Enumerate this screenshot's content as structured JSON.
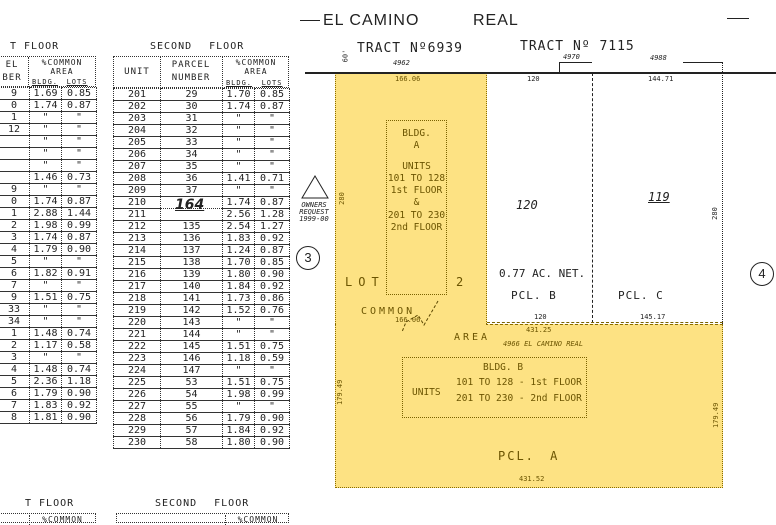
{
  "road": {
    "name_left": "EL CAMINO",
    "name_right": "REAL"
  },
  "tracts": {
    "left": "TRACT Nº6939",
    "right": "TRACT Nº 7115",
    "width_label": "60'"
  },
  "addresses": {
    "a": "4962",
    "b": "4970",
    "c": "4988",
    "bldg_b": "4966 EL CAMINO REAL"
  },
  "dimensions": {
    "top_lot": "166.06",
    "top_b": "120",
    "top_c": "144.71",
    "lot_left": "280",
    "right_side": "280",
    "common_top": "166.06",
    "b_bottom": "120",
    "c_bottom": "145.17",
    "pcla_top": "431.25",
    "pcla_left": "179.49",
    "pcla_right": "179.49",
    "pcla_bottom": "431.52"
  },
  "map": {
    "bldg_a": [
      "BLDG.",
      "A",
      "UNITS",
      "101 TO 128",
      "1st FLOOR",
      "&",
      "201 TO 230",
      "2nd FLOOR"
    ],
    "lot_label": "LOT",
    "lot_number": "2",
    "common": "COMMON",
    "area": "AREA",
    "pcl_b_number": "120",
    "pcl_c_number": "119",
    "net_area": "0.77 AC. NET.",
    "pcl_b": "PCL. B",
    "pcl_c": "PCL. C",
    "pcl_a": "PCL. A",
    "bldg_b_title": "BLDG. B",
    "bldg_b_units": "UNITS",
    "bldg_b_line1": "101 TO 128 - 1st FLOOR",
    "bldg_b_line2": "201 TO 230 - 2nd FLOOR",
    "owners_request": [
      "OWNERS",
      "REQUEST",
      "1999-00"
    ],
    "map_ref_left": "3",
    "map_ref_right": "4",
    "highlight_color": "#fde283"
  },
  "first_floor": {
    "title": "T FLOOR",
    "headers": {
      "parcel": [
        "EL",
        "BER"
      ],
      "common": "%COMMON",
      "area": "AREA",
      "bldg": "BLDG.",
      "lots": "LOTS"
    },
    "rows": [
      [
        "9",
        "1.69",
        "0.85"
      ],
      [
        "0",
        "1.74",
        "0.87"
      ],
      [
        "1",
        "\"",
        "\""
      ],
      [
        "12",
        "\"",
        "\""
      ],
      [
        "",
        "\"",
        "\""
      ],
      [
        "",
        "\"",
        "\""
      ],
      [
        "",
        "\"",
        "\""
      ],
      [
        "",
        "1.46",
        "0.73"
      ],
      [
        "9",
        "\"",
        "\""
      ],
      [
        "0",
        "1.74",
        "0.87"
      ],
      [
        "1",
        "2.88",
        "1.44"
      ],
      [
        "2",
        "1.98",
        "0.99"
      ],
      [
        "3",
        "1.74",
        "0.87"
      ],
      [
        "4",
        "1.79",
        "0.90"
      ],
      [
        "5",
        "\"",
        "\""
      ],
      [
        "6",
        "1.82",
        "0.91"
      ],
      [
        "7",
        "\"",
        "\""
      ],
      [
        "9",
        "1.51",
        "0.75"
      ],
      [
        "33",
        "\"",
        "\""
      ],
      [
        "34",
        "\"",
        "\""
      ],
      [
        "1",
        "1.48",
        "0.74"
      ],
      [
        "2",
        "1.17",
        "0.58"
      ],
      [
        "3",
        "\"",
        "\""
      ],
      [
        "4",
        "1.48",
        "0.74"
      ],
      [
        "5",
        "2.36",
        "1.18"
      ],
      [
        "6",
        "1.79",
        "0.90"
      ],
      [
        "7",
        "1.83",
        "0.92"
      ],
      [
        "8",
        "1.81",
        "0.90"
      ]
    ]
  },
  "second_floor": {
    "title": "SECOND FLOOR",
    "headers": {
      "unit": "UNIT",
      "parcel": "PARCEL",
      "number": "NUMBER",
      "common": "%COMMON",
      "area": "AREA",
      "bldg": "BLDG.",
      "lots": "LOTS"
    },
    "merged_parcel": "164",
    "rows": [
      [
        "201",
        "29",
        "1.70",
        "0.85"
      ],
      [
        "202",
        "30",
        "1.74",
        "0.87"
      ],
      [
        "203",
        "31",
        "\"",
        "\""
      ],
      [
        "204",
        "32",
        "\"",
        "\""
      ],
      [
        "205",
        "33",
        "\"",
        "\""
      ],
      [
        "206",
        "34",
        "\"",
        "\""
      ],
      [
        "207",
        "35",
        "\"",
        "\""
      ],
      [
        "208",
        "36",
        "1.41",
        "0.71"
      ],
      [
        "209",
        "37",
        "\"",
        "\""
      ],
      [
        "210",
        "",
        "1.74",
        "0.87"
      ],
      [
        "211",
        "",
        "2.56",
        "1.28"
      ],
      [
        "212",
        "135",
        "2.54",
        "1.27"
      ],
      [
        "213",
        "136",
        "1.83",
        "0.92"
      ],
      [
        "214",
        "137",
        "1.24",
        "0.87"
      ],
      [
        "215",
        "138",
        "1.70",
        "0.85"
      ],
      [
        "216",
        "139",
        "1.80",
        "0.90"
      ],
      [
        "217",
        "140",
        "1.84",
        "0.92"
      ],
      [
        "218",
        "141",
        "1.73",
        "0.86"
      ],
      [
        "219",
        "142",
        "1.52",
        "0.76"
      ],
      [
        "220",
        "143",
        "\"",
        "\""
      ],
      [
        "221",
        "144",
        "\"",
        "\""
      ],
      [
        "222",
        "145",
        "1.51",
        "0.75"
      ],
      [
        "223",
        "146",
        "1.18",
        "0.59"
      ],
      [
        "224",
        "147",
        "\"",
        "\""
      ],
      [
        "225",
        "53",
        "1.51",
        "0.75"
      ],
      [
        "226",
        "54",
        "1.98",
        "0.99"
      ],
      [
        "227",
        "55",
        "\"",
        "\""
      ],
      [
        "228",
        "56",
        "1.79",
        "0.90"
      ],
      [
        "229",
        "57",
        "1.84",
        "0.92"
      ],
      [
        "230",
        "58",
        "1.80",
        "0.90"
      ]
    ]
  },
  "bottom": {
    "first_title": "T FLOOR",
    "second_title": "SECOND FLOOR",
    "common": "%COMMON"
  }
}
